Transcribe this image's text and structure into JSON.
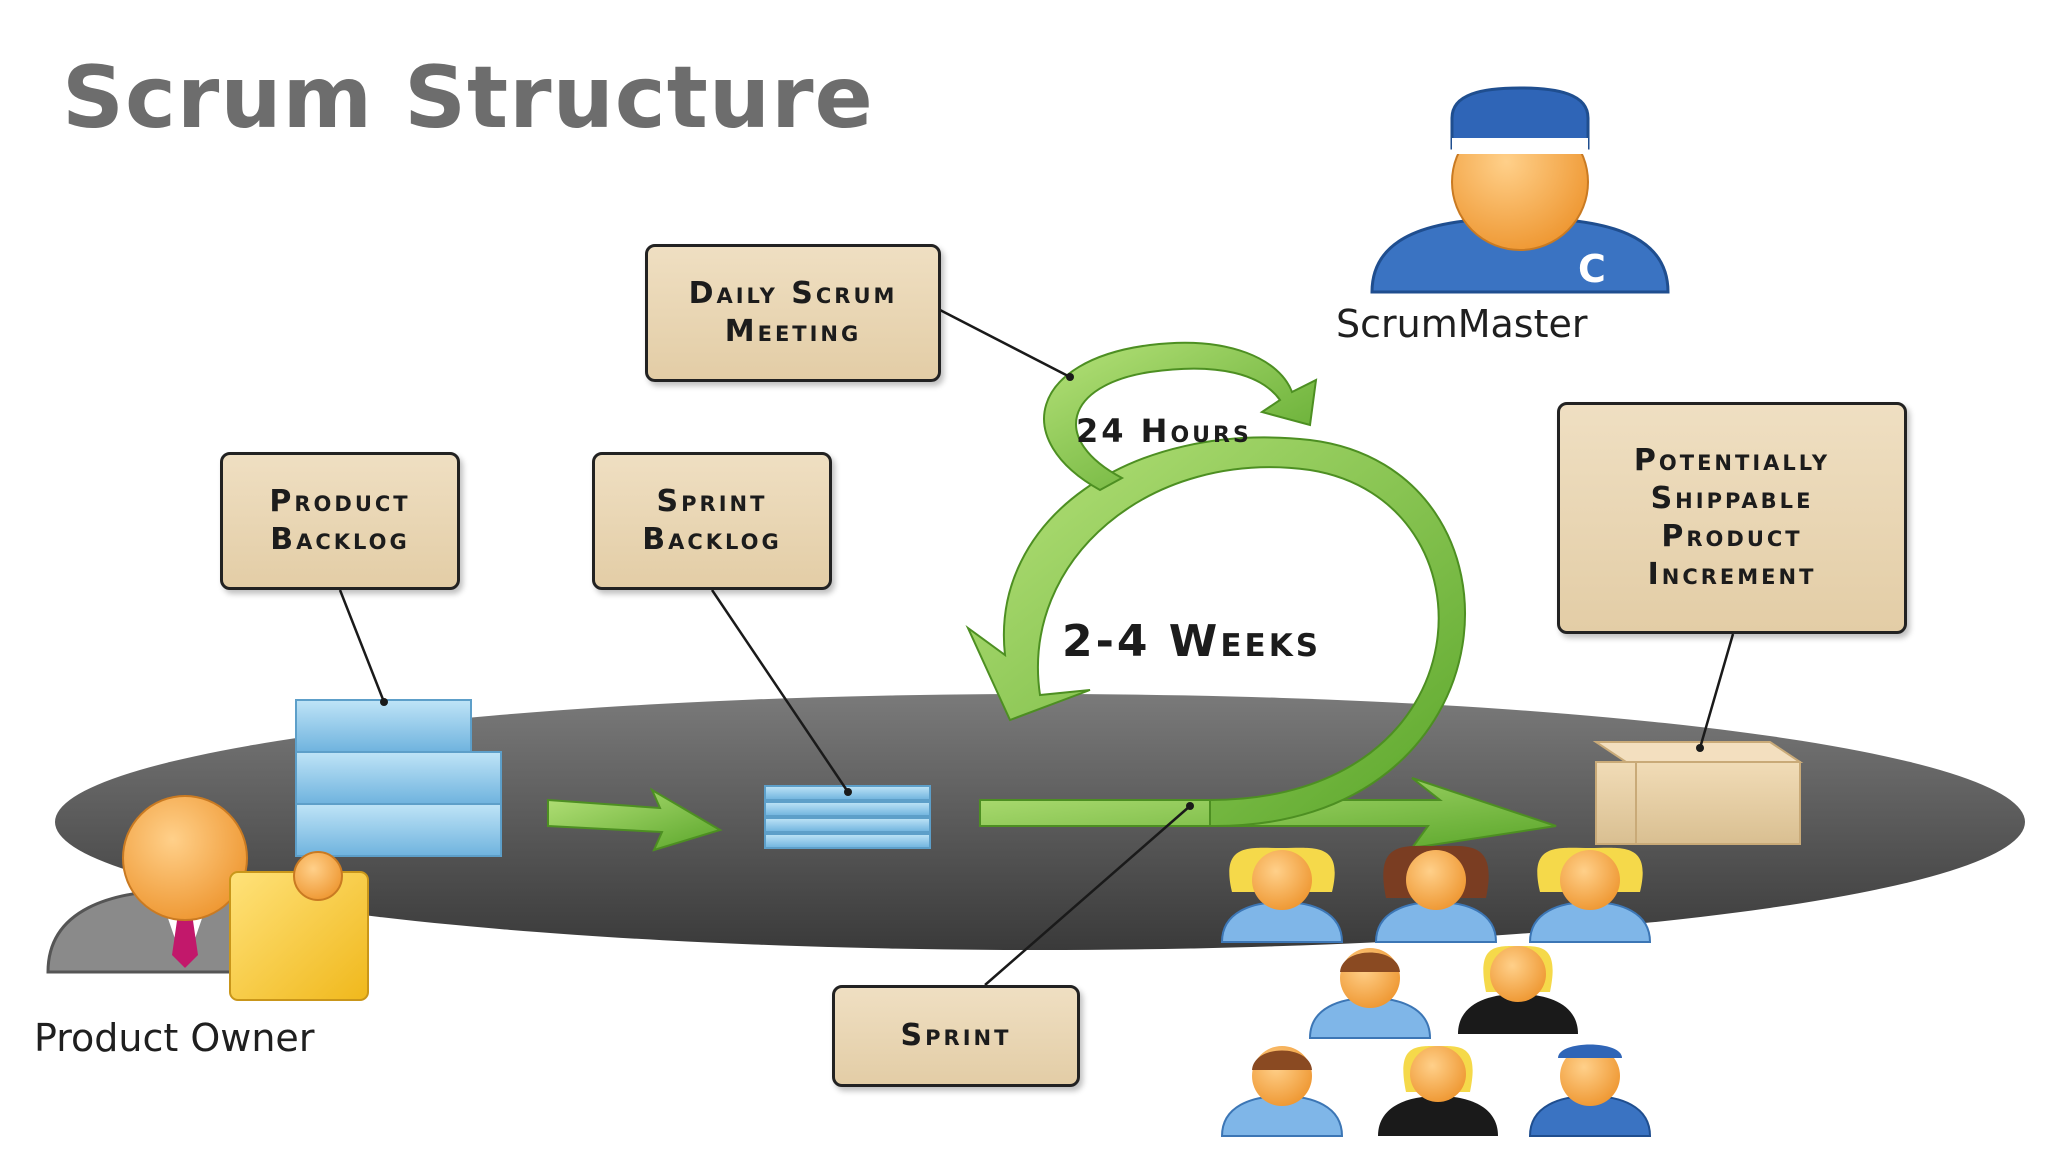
{
  "title": "Scrum Structure",
  "boxes": {
    "daily_scrum": "Daily Scrum\nMeeting",
    "product_backlog": "Product\nBacklog",
    "sprint_backlog": "Sprint\nBacklog",
    "increment": "Potentially\nShippable\nProduct\nIncrement",
    "sprint": "Sprint"
  },
  "cycle": {
    "daily": "24 Hours",
    "sprint_length": "2-4 Weeks"
  },
  "roles": {
    "scrum_master": "ScrumMaster",
    "product_owner": "Product Owner"
  },
  "colors": {
    "box_fill": "#e8d5b0",
    "arrow_green": "#7cc242",
    "platform": "#5a5a5a",
    "backlog_blue": "#8ec8ea",
    "skin": "#f4a84a",
    "title_gray": "#6d6d6d"
  }
}
